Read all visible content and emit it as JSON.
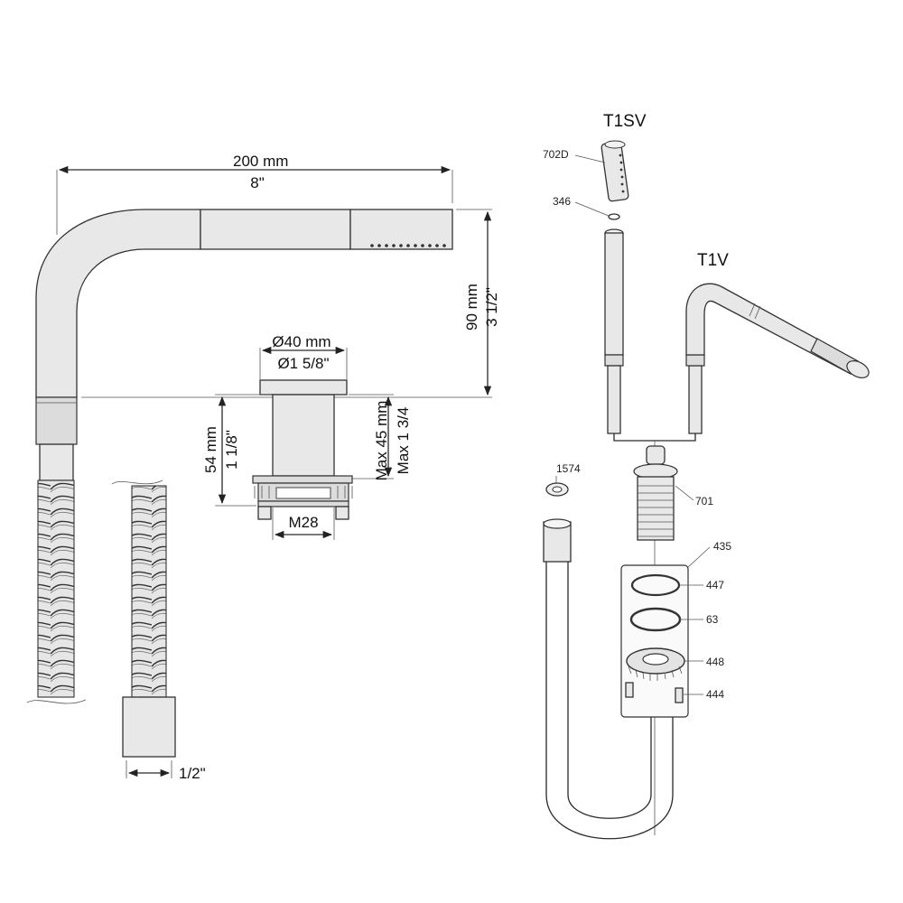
{
  "dimensions": {
    "width_mm": "200 mm",
    "width_in": "8\"",
    "height_mm": "90 mm",
    "height_in": "3 1/2\"",
    "diameter_mm": "Ø40 mm",
    "diameter_in": "Ø1 5/8\"",
    "base_height_mm": "54 mm",
    "base_height_in": "1 1/8\"",
    "max_thickness_mm": "Max 45 mm",
    "max_thickness_in": "Max  1 3/4",
    "thread": "M28",
    "hose_connection": "1/2\""
  },
  "models": {
    "top": "T1SV",
    "right": "T1V"
  },
  "parts": {
    "p702d": "702D",
    "p346": "346",
    "p1574": "1574",
    "p701": "701",
    "p435": "435",
    "p447": "447",
    "p63": "63",
    "p448": "448",
    "p444": "444"
  }
}
